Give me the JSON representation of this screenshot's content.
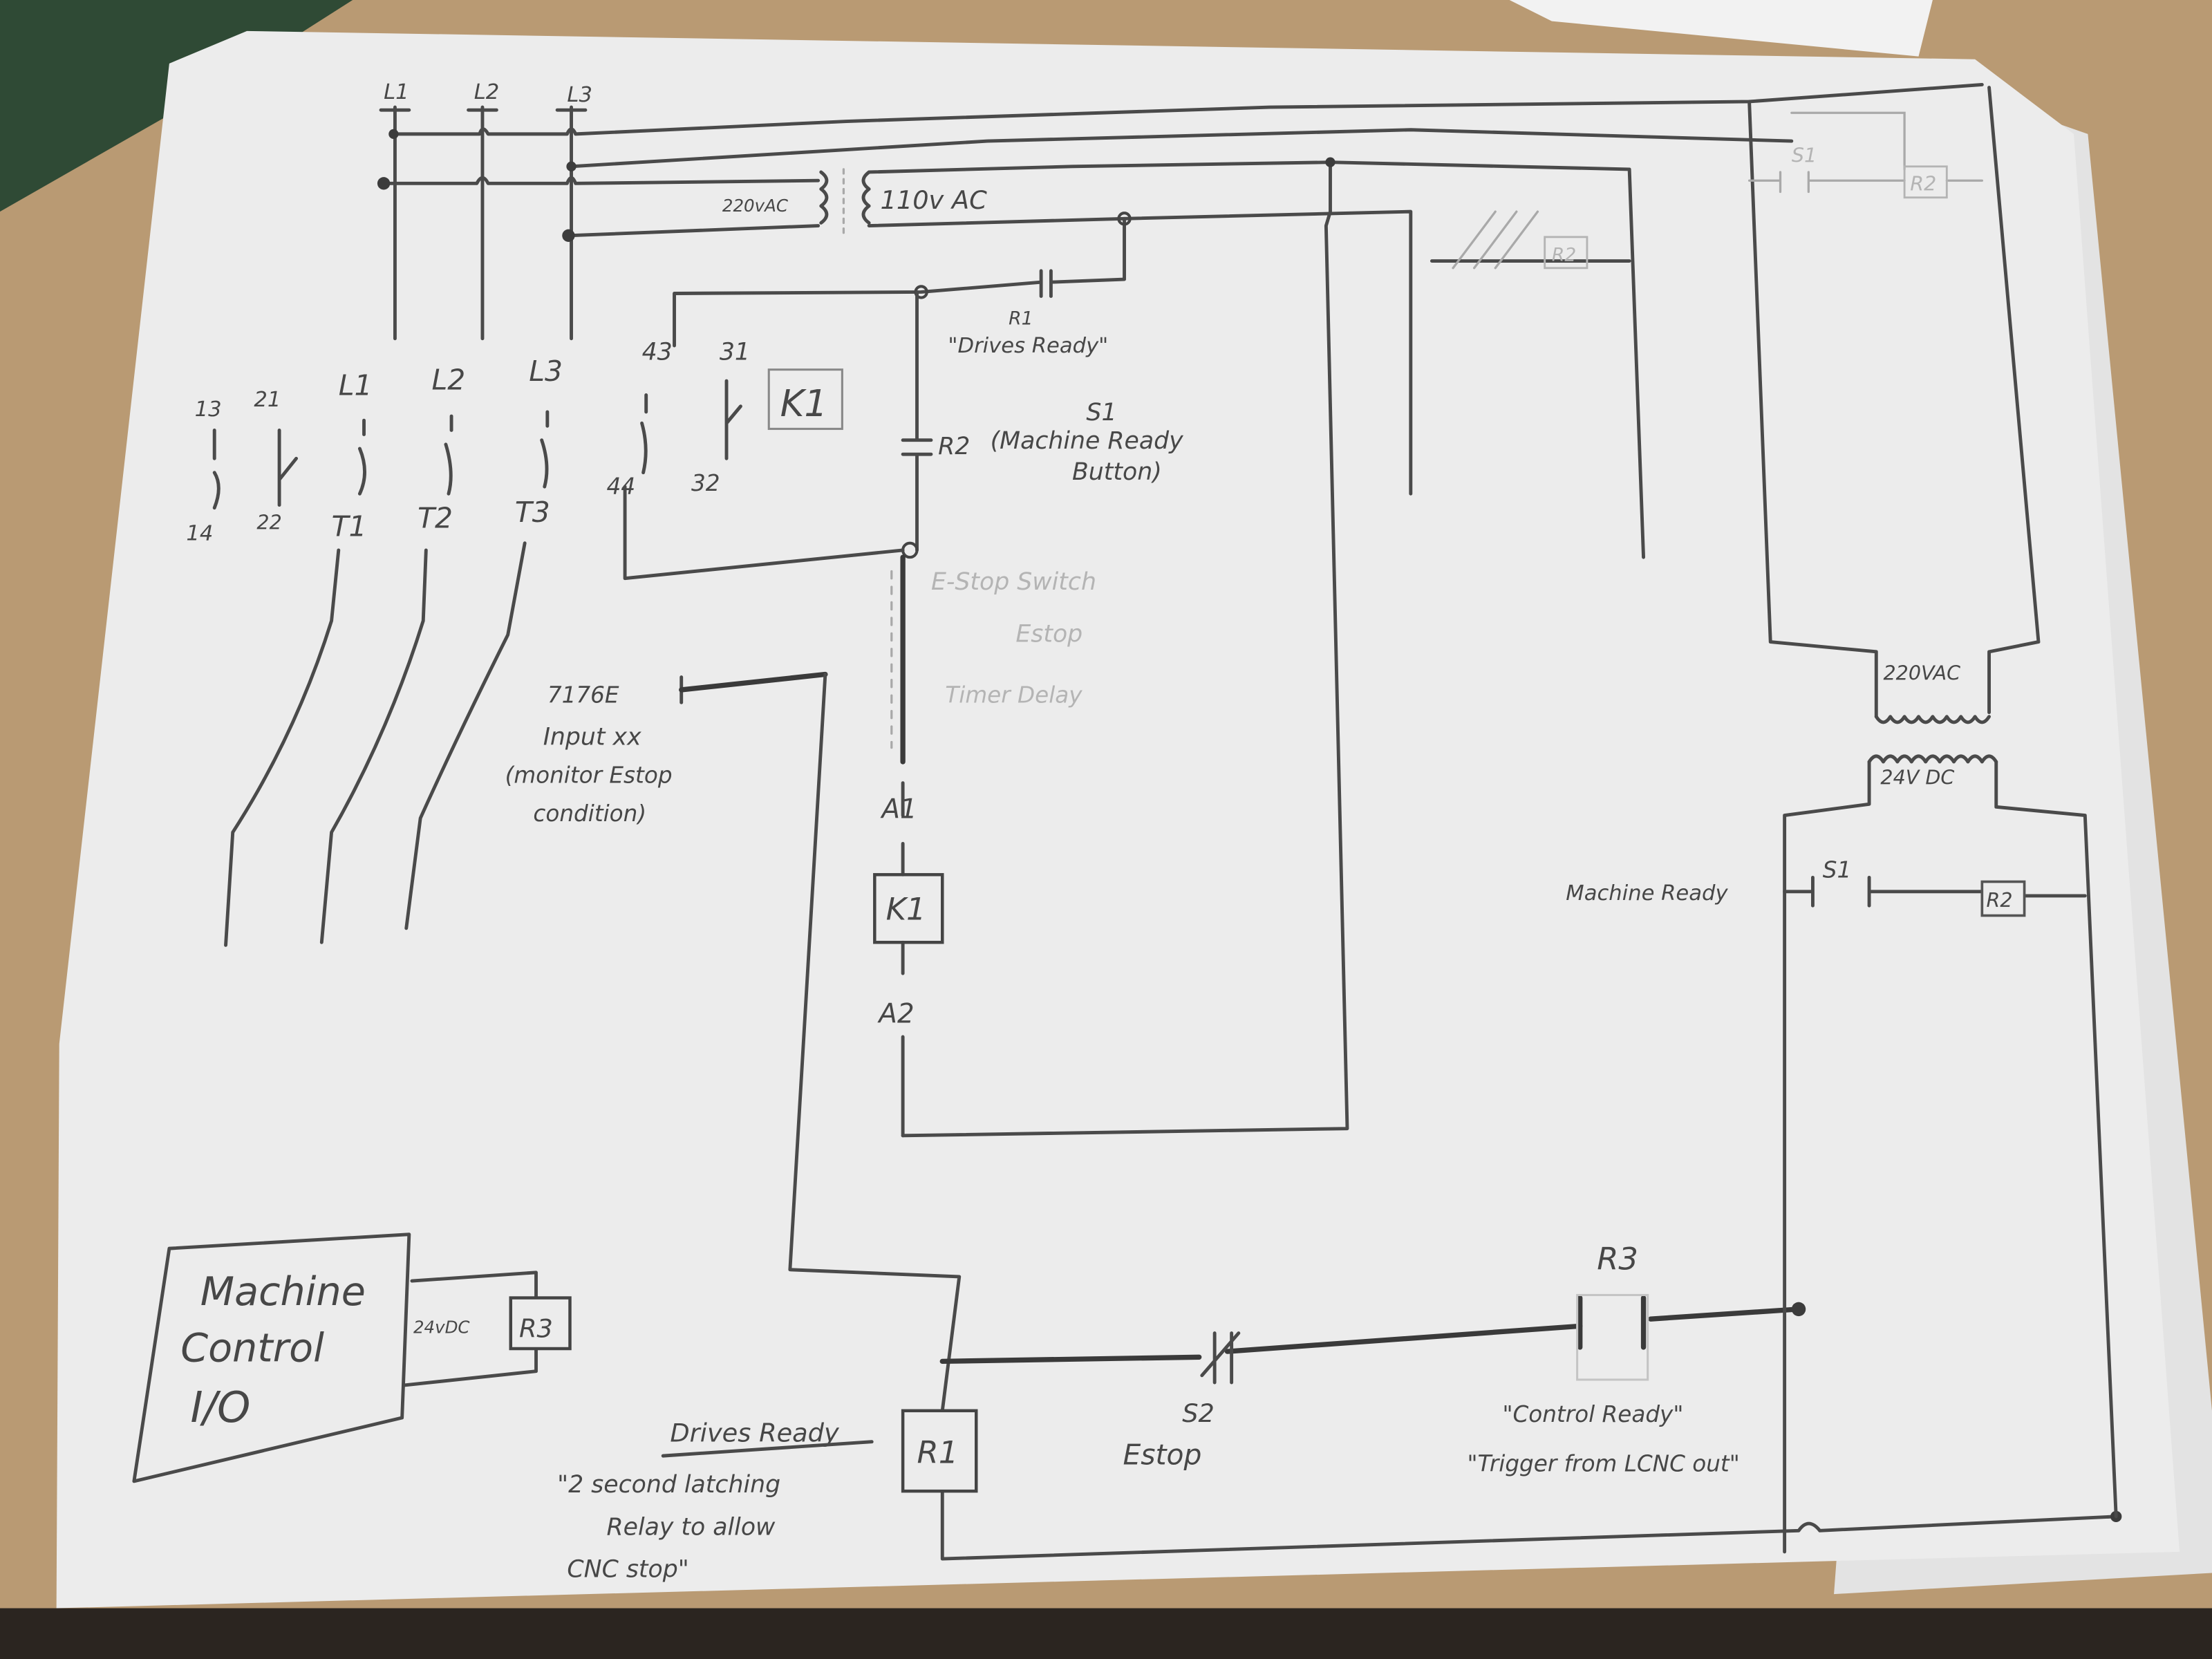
{
  "supply": {
    "l1": "L1",
    "l2": "L2",
    "l3": "L3"
  },
  "transformer_main": {
    "primary": "220vAC",
    "secondary": "110v AC"
  },
  "drives_ready_contact": {
    "ref": "R1",
    "label": "\"Drives Ready\""
  },
  "contactor": {
    "aux_terminals": [
      "13",
      "21",
      "14",
      "22"
    ],
    "power_top": [
      "L1",
      "L2",
      "L3"
    ],
    "power_bottom": [
      "T1",
      "T2",
      "T3"
    ],
    "aux2_terminals": [
      "43",
      "31",
      "44",
      "32"
    ],
    "name": "K1"
  },
  "machine_ready_contact": {
    "ref": "R2",
    "label": "(Machine Ready",
    "switch": "S1",
    "label2": "Button)"
  },
  "faint_notes": {
    "estop_switch": "E-Stop Switch",
    "estop": "Estop",
    "timer_delay": "Timer Delay"
  },
  "estop_input": {
    "terminal": "7176E",
    "input": "Input xx",
    "note1": "(monitor Estop",
    "note2": "condition)"
  },
  "coil": {
    "a1": "A1",
    "name": "K1",
    "a2": "A2"
  },
  "machine_control": {
    "line1": "Machine",
    "line2": "Control",
    "line3": "I/O",
    "voltage": "24vDC",
    "relay": "R3"
  },
  "drives_ready_relay": {
    "title": "Drives Ready",
    "note1": "\"2 second latching",
    "note2": "Relay to allow",
    "note3": "CNC stop\"",
    "relay": "R1"
  },
  "estop_switch": {
    "ref": "S2",
    "label": "Estop"
  },
  "control_ready_contact": {
    "ref": "R3",
    "label1": "\"Control Ready\"",
    "label2": "\"Trigger from LCNC out\""
  },
  "right_circuit": {
    "top_switch": "S1",
    "top_relay": "R2",
    "faint_relay": "R2",
    "primary": "220VAC",
    "secondary": "24V DC",
    "machine_ready": "Machine Ready",
    "switch": "S1",
    "relay": "R2"
  },
  "colors": {
    "pencil": "#474747",
    "paper": "#ececec",
    "table": "#b99a73"
  }
}
